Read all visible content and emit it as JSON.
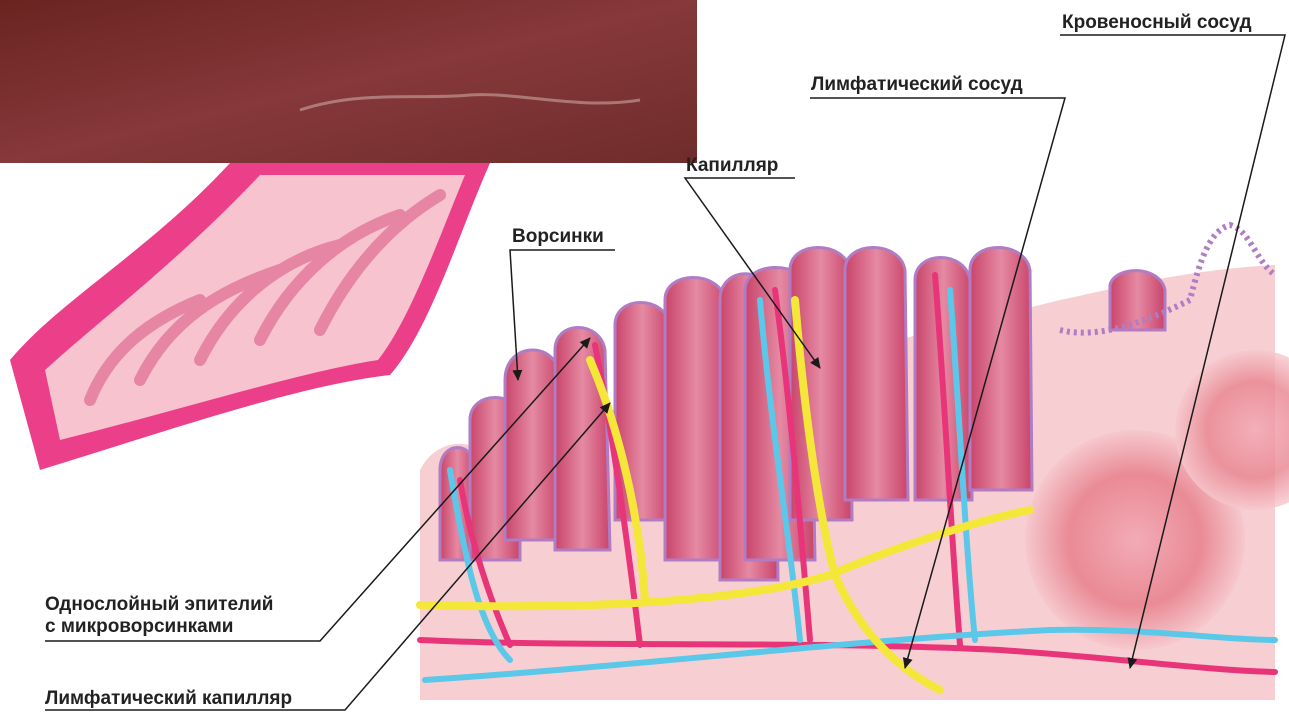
{
  "labels": {
    "blood_vessel": "Кровеносный сосуд",
    "lymph_vessel": "Лимфатический сосуд",
    "capillary": "Капилляр",
    "villi": "Ворсинки",
    "epithelium": "Однослойный эпителий\nс микроворсинками",
    "lymph_capillary": "Лимфатический капилляр"
  },
  "colors": {
    "tissue": "#f7cfd2",
    "villus": "#d9577a",
    "blood": "#e8357a",
    "lymph": "#f5e63a",
    "vein": "#5bc8ea",
    "epithelium": "#b07cc4",
    "photo": "#7a2e2a",
    "line": "#1a1a1a"
  }
}
